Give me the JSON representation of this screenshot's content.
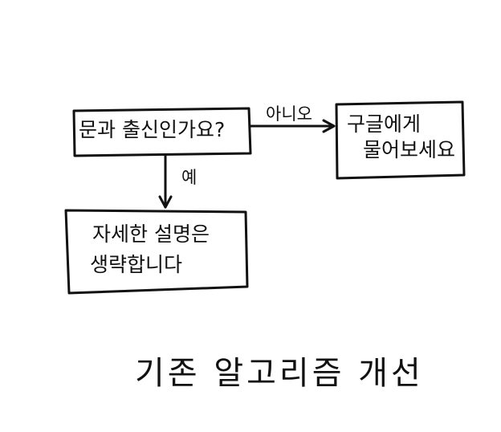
{
  "diagram": {
    "question_box": {
      "text": "문과 출신인가요?"
    },
    "google_box": {
      "line1": "구글에게",
      "line2": "물어보세요"
    },
    "detail_box": {
      "line1": "자세한 설명은",
      "line2": "생략합니다"
    },
    "edge_no": {
      "label": "아니오"
    },
    "edge_yes": {
      "label": "예"
    }
  },
  "caption": {
    "text": "기존 알고리즘 개선"
  },
  "style": {
    "ink_color": "#111111",
    "background": "#ffffff"
  }
}
